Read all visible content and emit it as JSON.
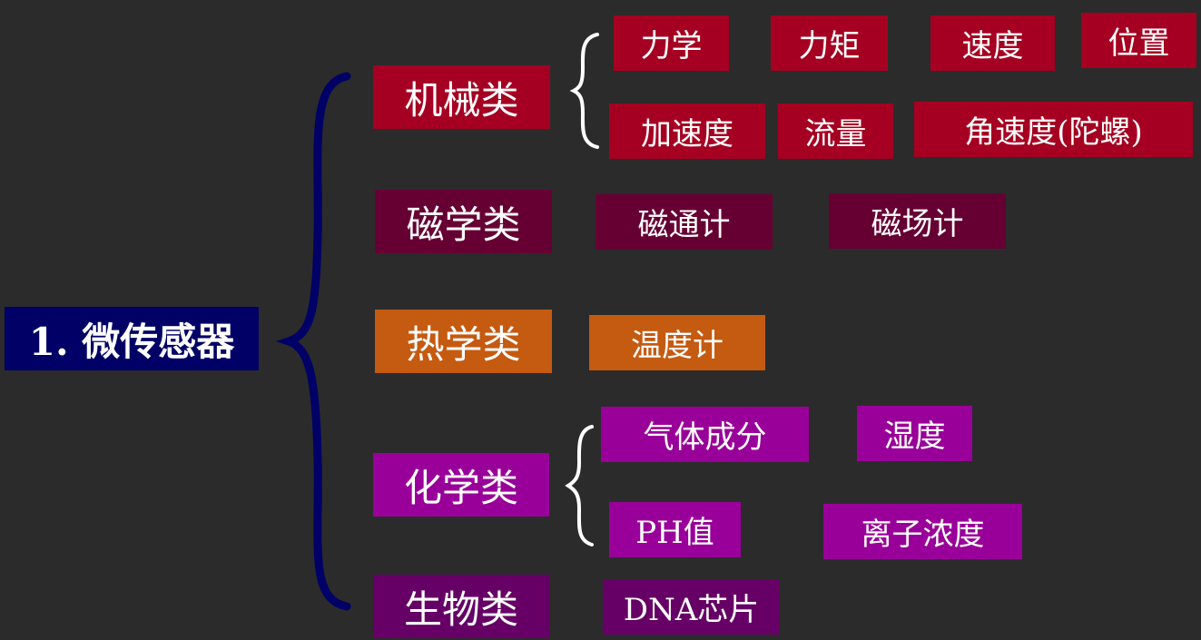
{
  "colors": {
    "background": "#2b2b2b",
    "root": "#000066",
    "mechanical": "#a50021",
    "magnetic": "#660033",
    "thermal": "#c55a11",
    "chemical": "#990099",
    "biological": "#660066",
    "big_brace": "#000066",
    "small_brace": "#ffffff"
  },
  "root": {
    "label": "1. 微传感器"
  },
  "categories": {
    "mechanical": {
      "label": "机械类",
      "items": [
        "力学",
        "力矩",
        "速度",
        "位置",
        "加速度",
        "流量",
        "角速度(陀螺)"
      ]
    },
    "magnetic": {
      "label": "磁学类",
      "items": [
        "磁通计",
        "磁场计"
      ]
    },
    "thermal": {
      "label": "热学类",
      "items": [
        "温度计"
      ]
    },
    "chemical": {
      "label": "化学类",
      "items": [
        "气体成分",
        "湿度",
        "PH值",
        "离子浓度"
      ]
    },
    "biological": {
      "label": "生物类",
      "items": [
        "DNA芯片"
      ]
    }
  }
}
